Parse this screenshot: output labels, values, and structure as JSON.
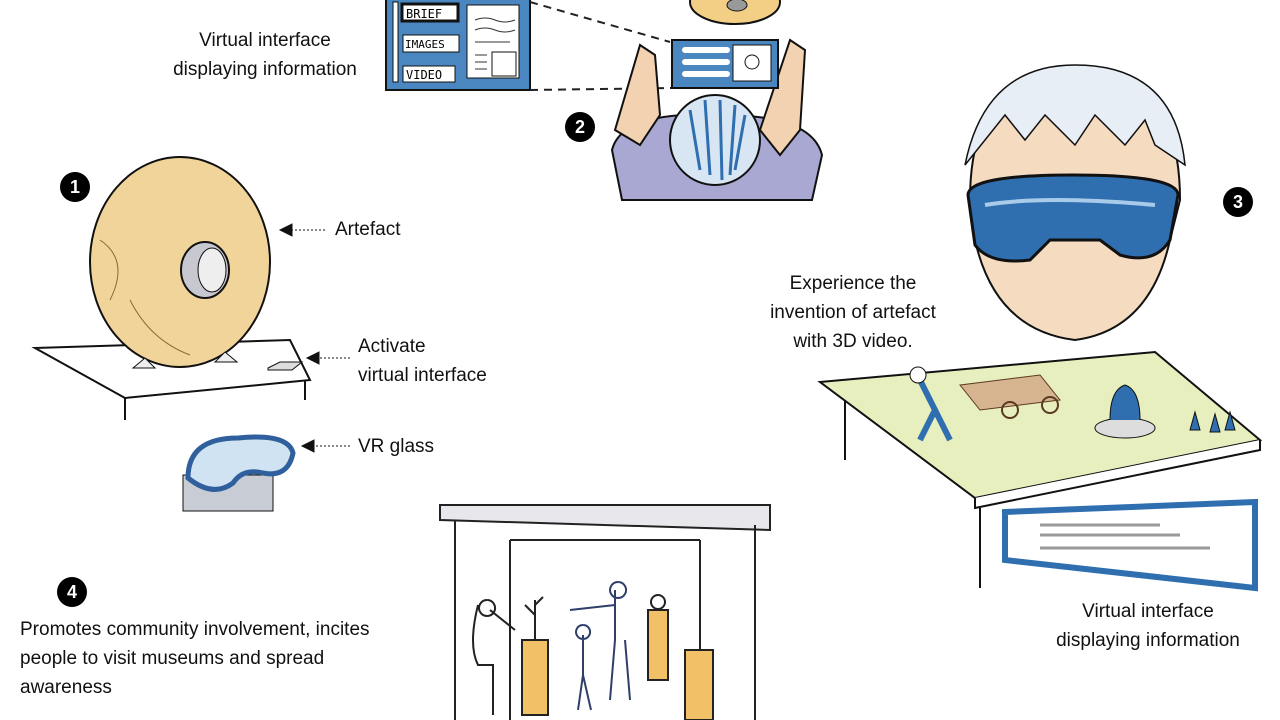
{
  "badges": [
    "1",
    "2",
    "3",
    "4"
  ],
  "labels": {
    "interface_top_line1": "Virtual interface",
    "interface_top_line2": "displaying information",
    "artefact": "Artefact",
    "activate_line1": "Activate",
    "activate_line2": "virtual interface",
    "vr_glass": "VR glass",
    "experience_line1": "Experience the",
    "experience_line2": "invention of artefact",
    "experience_line3": "with 3D video.",
    "interface_bottom_line1": "Virtual interface",
    "interface_bottom_line2": "displaying information",
    "community_line1": "Promotes community involvement, incites",
    "community_line2": "people to visit museums and spread",
    "community_line3": "awareness"
  },
  "interface_panel": {
    "buttons": [
      "BRIEF",
      "IMAGES",
      "VIDEO"
    ]
  },
  "colors": {
    "panel_blue": "#4a86c0",
    "wood": "#f0d49a",
    "shirt": "#a9a8d2",
    "skin": "#f2d2b0",
    "grass": "#c9dc7a",
    "goggle": "#2f6fb0"
  }
}
